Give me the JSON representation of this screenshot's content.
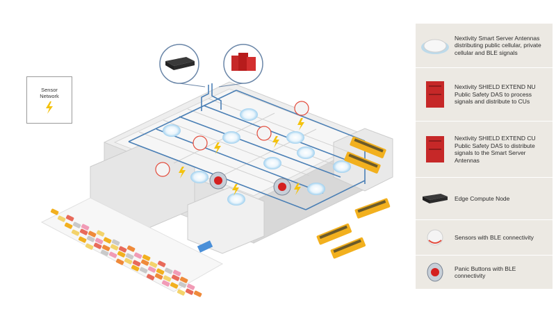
{
  "sensor_network_box": {
    "label": "Sensor\nNetwork",
    "icon": "lightning-bolt-icon"
  },
  "legend": {
    "items": [
      {
        "icon": "smart-server-antenna-icon",
        "text": "Nextivity Smart Server Antennas distributing public cellular, private cellular and BLE signals"
      },
      {
        "icon": "shield-extend-nu-icon",
        "text": "Nextivity SHIELD EXTEND NU Public Safety DAS to process signals and  distribute to CUs"
      },
      {
        "icon": "shield-extend-cu-icon",
        "text": "Nextivity SHIELD EXTEND CU Public Safety DAS to distribute signals to the Smart Server Antennas"
      },
      {
        "icon": "edge-compute-node-icon",
        "text": "Edge Compute Node"
      },
      {
        "icon": "ble-sensor-icon",
        "text": "Sensors with BLE connectivity"
      },
      {
        "icon": "panic-button-icon",
        "text": "Panic Buttons with BLE connectivity"
      }
    ]
  },
  "colors": {
    "legend_bg": "#ece9e3",
    "cable_blue": "#4a7fb5",
    "das_red": "#c62828",
    "bolt_yellow": "#f4c20d",
    "bus_yellow": "#f2b01e",
    "antenna_glow": "#9fd0ef"
  }
}
